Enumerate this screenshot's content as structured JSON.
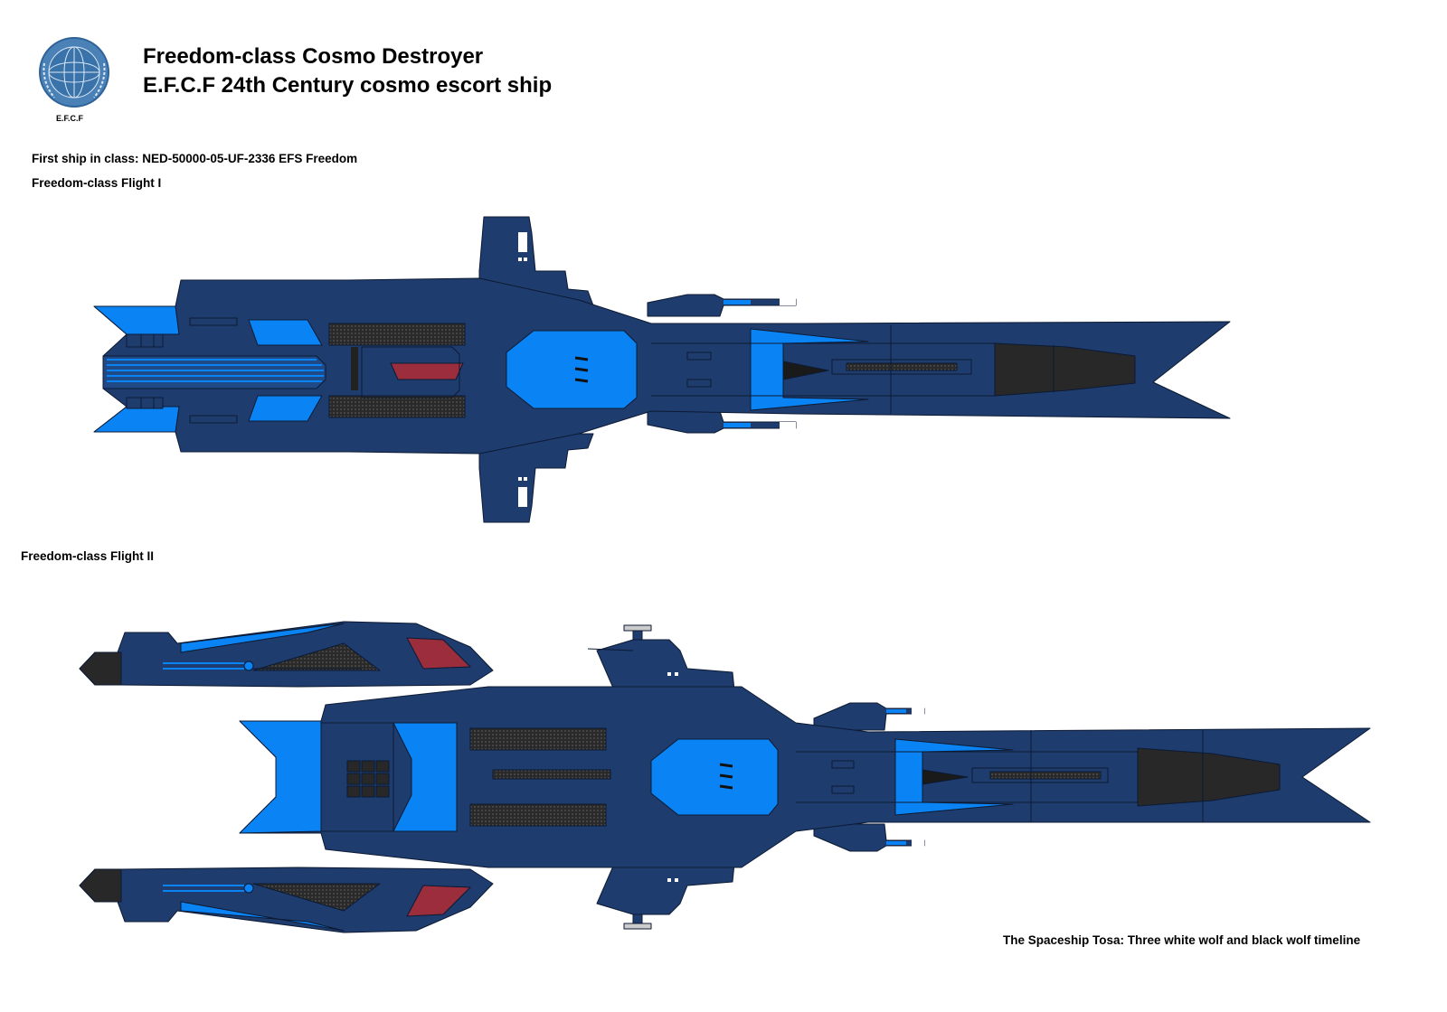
{
  "header": {
    "title_line1": "Freedom-class Cosmo Destroyer",
    "title_line2": "E.F.C.F 24th Century cosmo escort ship",
    "logo_text": "E.F.C.F"
  },
  "info": {
    "first_ship": "First ship in class:  NED-50000-05-UF-2336 EFS Freedom"
  },
  "flight1": {
    "label": "Freedom-class Flight I"
  },
  "flight2": {
    "label": "Freedom-class Flight II"
  },
  "footer": {
    "credit": "The Spaceship Tosa: Three white wolf and black wolf timeline"
  },
  "colors": {
    "hull": "#1e3c6e",
    "accent": "#0a84f5",
    "window": "#9b2d3c",
    "dark": "#282828",
    "outline": "#0c1a33"
  }
}
